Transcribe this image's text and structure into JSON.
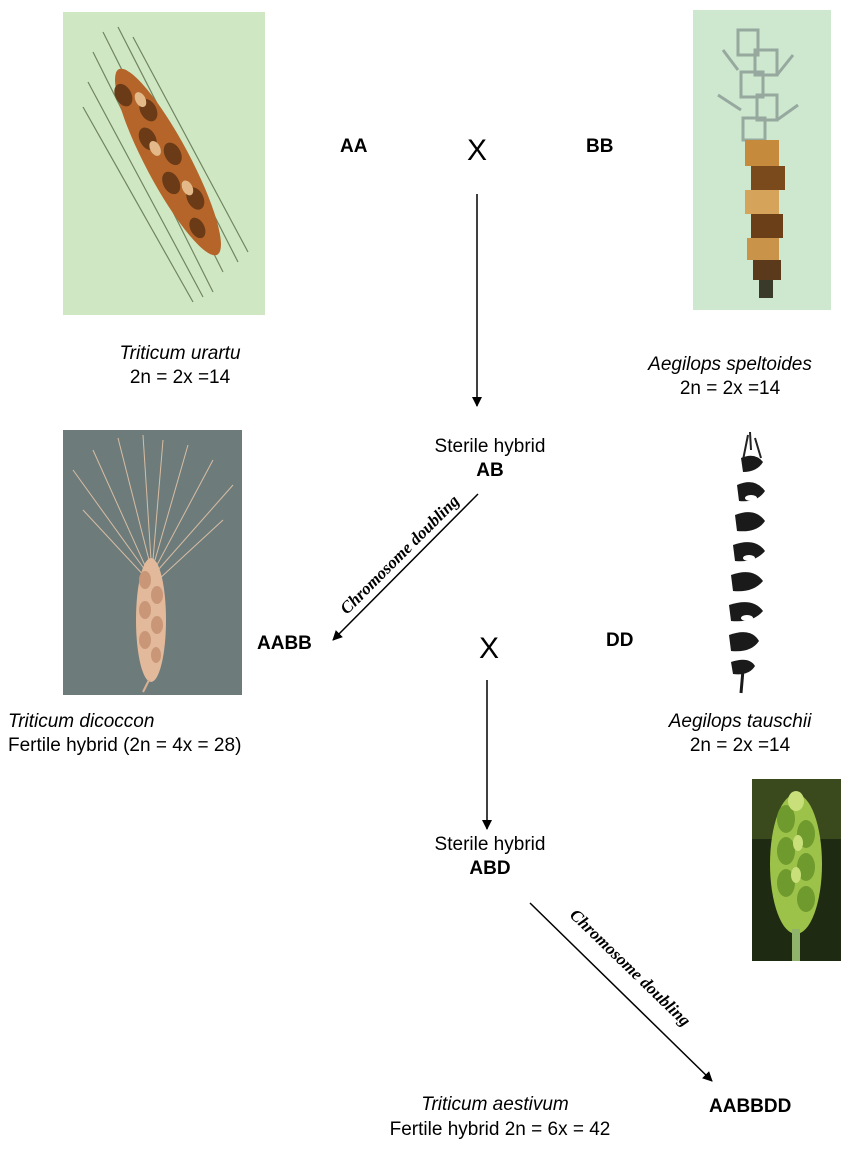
{
  "parents_1": {
    "left": {
      "genotype": "AA",
      "species": "Triticum urartu",
      "ploidy": "2n = 2x =14"
    },
    "cross": "X",
    "right": {
      "genotype": "BB",
      "species": "Aegilops speltoides",
      "ploidy": "2n = 2x =14"
    }
  },
  "hybrid_1": {
    "label": "Sterile hybrid",
    "genotype": "AB"
  },
  "doubling_1": "Chromosome doubling",
  "tetraploid": {
    "genotype": "AABB",
    "species": "Triticum dicoccon",
    "description": "Fertile hybrid (2n = 4x = 28)"
  },
  "cross_2": "X",
  "diploid_d": {
    "genotype": "DD",
    "species": "Aegilops tauschii",
    "ploidy": "2n = 2x =14"
  },
  "hybrid_2": {
    "label": "Sterile hybrid",
    "genotype": "ABD"
  },
  "doubling_2": "Chromosome doubling",
  "hexaploid": {
    "genotype": "AABBDD",
    "species": "Triticum aestivum",
    "description": "Fertile hybrid 2n = 6x = 42"
  },
  "colors": {
    "photo_bg_green": "#cfe8c3",
    "photo_bg_gray": "#6d7c7b",
    "wheat_gold": "#d9b38c",
    "green_spike": "#9cc24a"
  }
}
